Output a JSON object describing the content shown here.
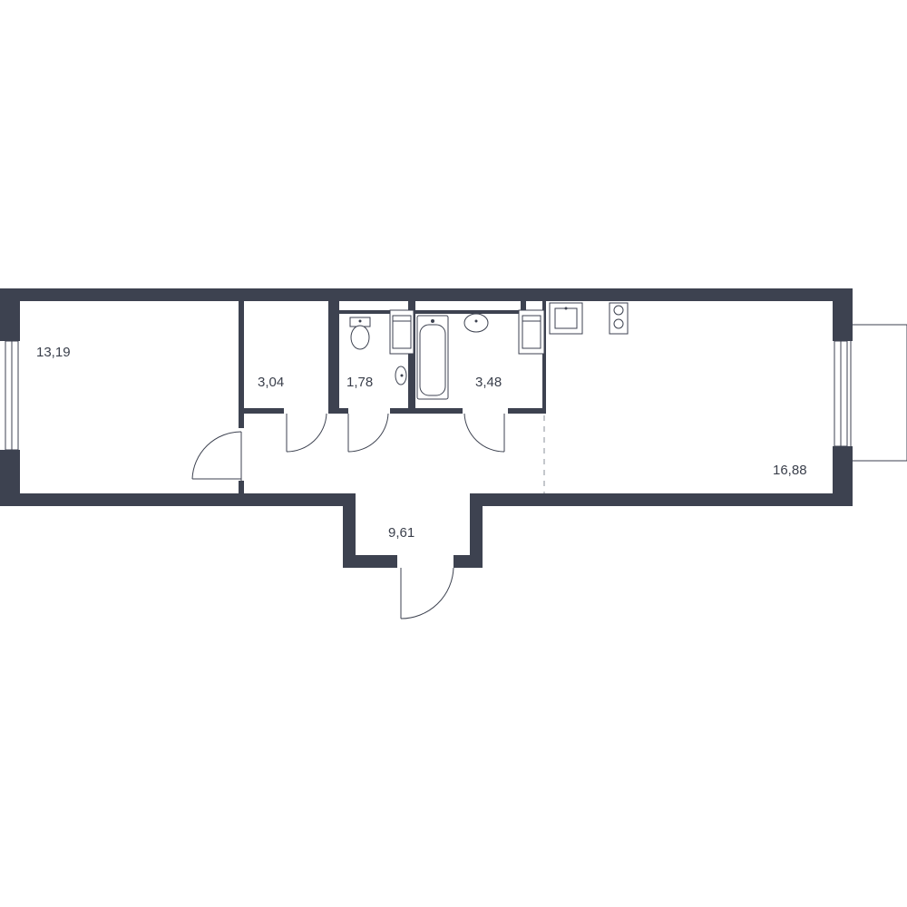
{
  "rooms": [
    {
      "id": "room-1",
      "area": "13,19"
    },
    {
      "id": "room-2",
      "area": "3,04"
    },
    {
      "id": "room-3",
      "area": "1,78"
    },
    {
      "id": "room-4",
      "area": "3,48"
    },
    {
      "id": "room-5",
      "area": "16,88"
    },
    {
      "id": "room-6",
      "area": "9,61"
    }
  ],
  "colors": {
    "wall": "#3d4250",
    "background": "#ffffff",
    "label": "#3a3f4b"
  }
}
